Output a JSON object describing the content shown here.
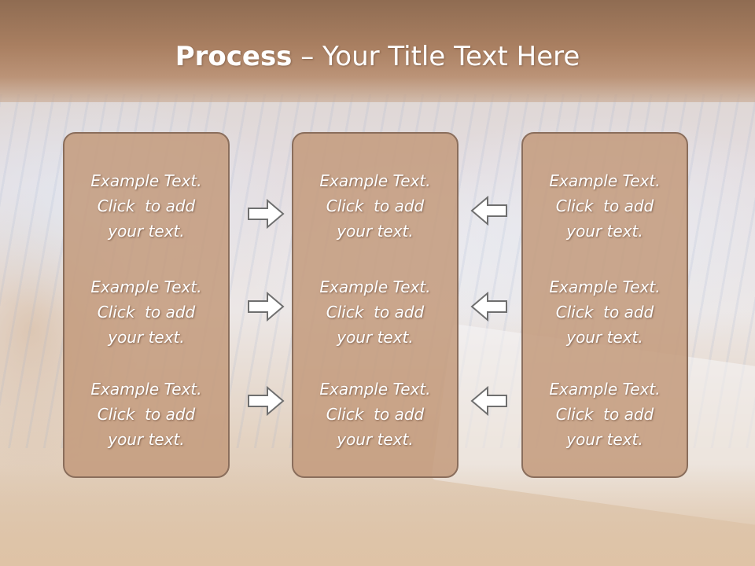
{
  "slide": {
    "title_bold": "Process",
    "title_rest": " – Your Title Text Here"
  },
  "panels": [
    {
      "blocks": [
        {
          "line1": "Example Text.",
          "line2": "Click  to add",
          "line3": "your text."
        },
        {
          "line1": "Example Text.",
          "line2": "Click  to add",
          "line3": "your text."
        },
        {
          "line1": "Example Text.",
          "line2": "Click  to add",
          "line3": "your text."
        }
      ]
    },
    {
      "blocks": [
        {
          "line1": "Example Text.",
          "line2": "Click  to add",
          "line3": "your text."
        },
        {
          "line1": "Example Text.",
          "line2": "Click  to add",
          "line3": "your text."
        },
        {
          "line1": "Example Text.",
          "line2": "Click  to add",
          "line3": "your text."
        }
      ]
    },
    {
      "blocks": [
        {
          "line1": "Example Text.",
          "line2": "Click  to add",
          "line3": "your text."
        },
        {
          "line1": "Example Text.",
          "line2": "Click  to add",
          "line3": "your text."
        },
        {
          "line1": "Example Text.",
          "line2": "Click  to add",
          "line3": "your text."
        }
      ]
    }
  ],
  "arrows": {
    "left_column": "right-arrow-icon",
    "right_column": "left-arrow-icon"
  },
  "colors": {
    "title_bar": "#a97f61",
    "panel_fill": "#c49b7d",
    "panel_border": "#8a6e5c",
    "arrow_stroke": "#6f6f6f",
    "text": "#ffffff"
  }
}
